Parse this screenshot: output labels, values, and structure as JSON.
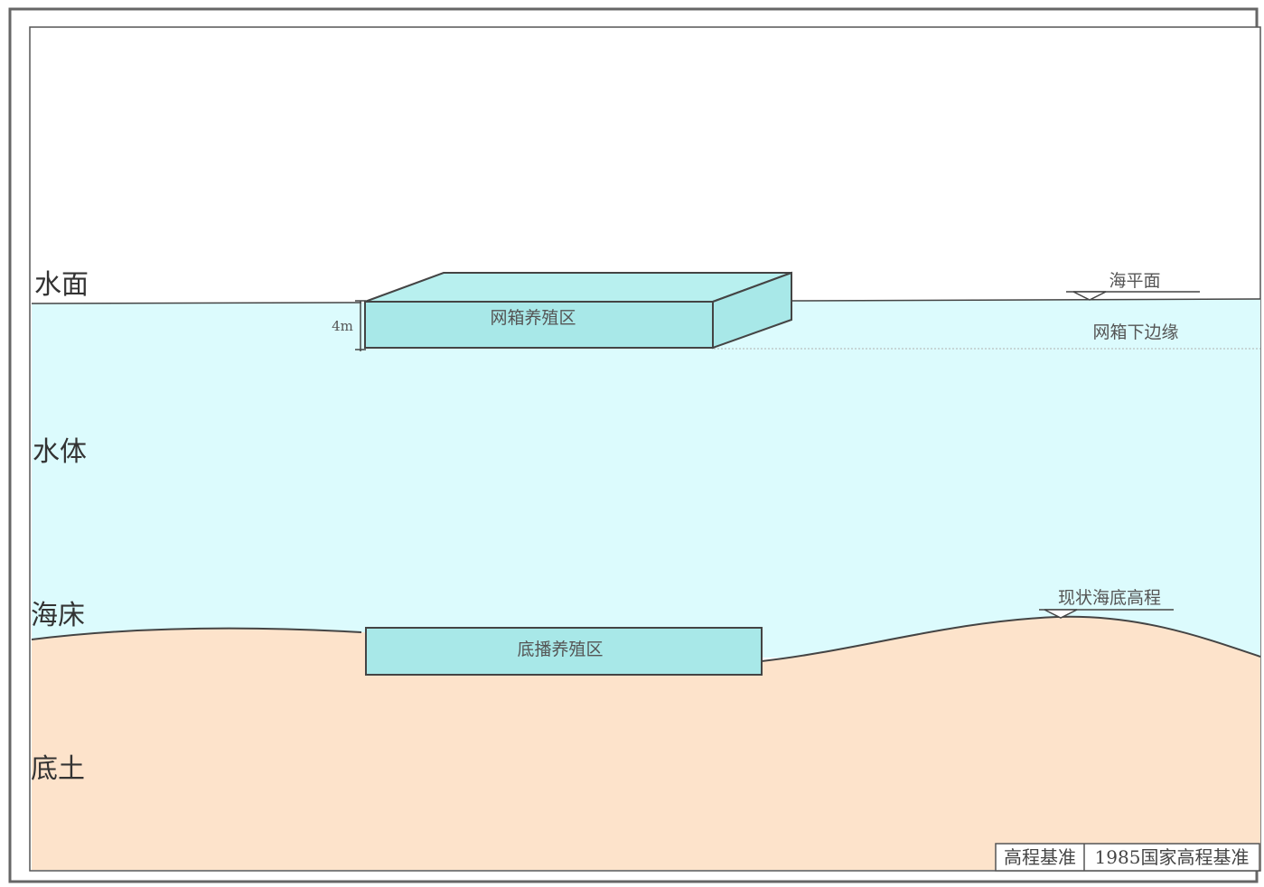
{
  "labels": {
    "surface": "水面",
    "water_body": "水体",
    "seabed": "海床",
    "subsoil": "底土"
  },
  "annotations": {
    "sea_level": "海平面",
    "cage_bottom_edge": "网箱下边缘",
    "current_seabed_elevation": "现状海底高程",
    "cage_depth": "4m"
  },
  "zones": {
    "cage_culture": "网箱养殖区",
    "bottom_sowing": "底播养殖区"
  },
  "legend": {
    "datum_label": "高程基准",
    "datum_value": "1985国家高程基准"
  },
  "colors": {
    "water": "#dcfbfd",
    "soil": "#fde3cb",
    "box_fill": "#a8e8e8",
    "box_top": "#b8f0ef",
    "outline": "#444444"
  }
}
